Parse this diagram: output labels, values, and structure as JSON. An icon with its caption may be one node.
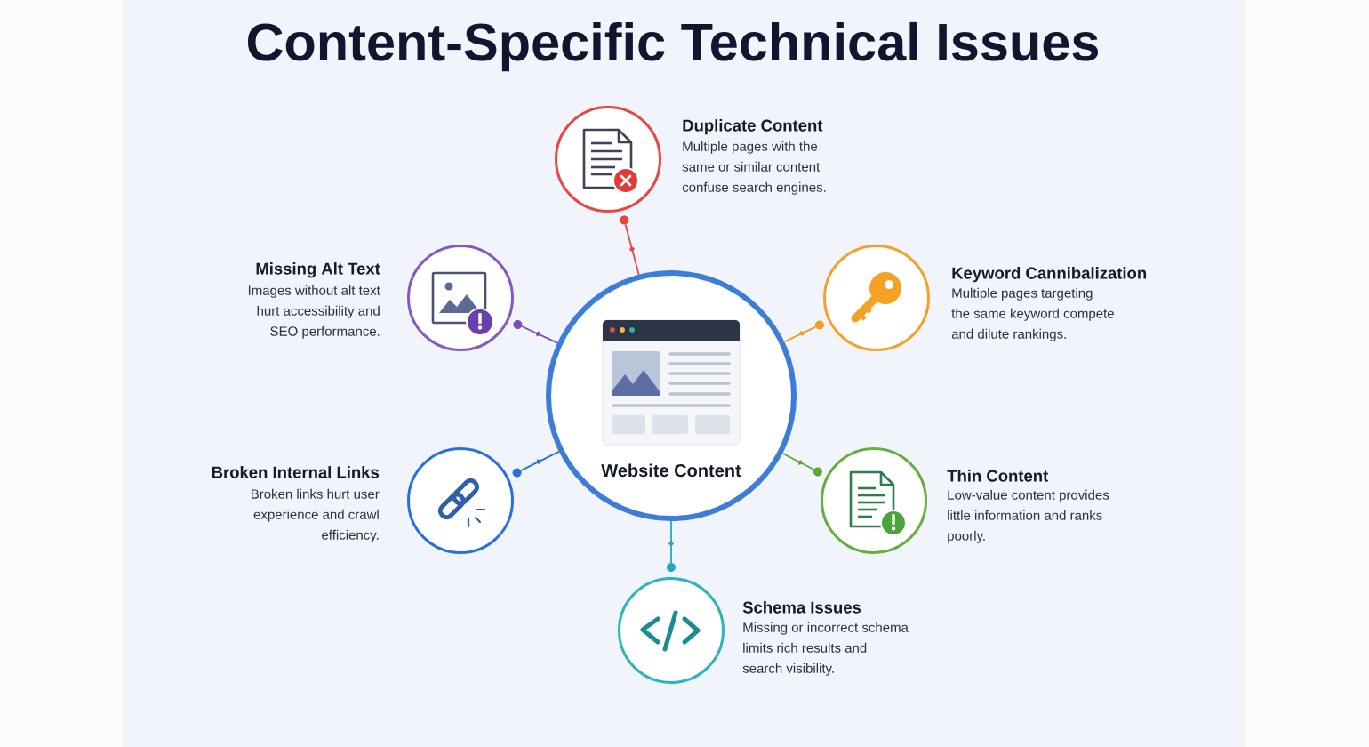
{
  "diagram": {
    "title": "Content-Specific Technical Issues",
    "nodes": [
      {
        "text": [
          "Duplicate Content",
          "Multiple pages with the same or similar content confuse search engines."
        ]
      },
      {
        "text": [
          "Missing Alt Text",
          "Images without alt text hurt accessibility and SEO performance."
        ]
      },
      {
        "text": [
          "Keyword Cannibalization",
          "Multiple pages targeting the same keyword compete and dilute rankings."
        ]
      },
      {
        "text": [
          "Website Content"
        ]
      },
      {
        "text": [
          "Broken Internal Links",
          "Broken links hurt user experience and crawl efficiency."
        ]
      },
      {
        "text": [
          "Thin Content",
          "Low-value content provides little information and ranks poorly."
        ]
      },
      {
        "text": [
          "Schema Issues",
          "Missing or incorrect schema limits rich results and search visibility."
        ]
      }
    ],
    "edges": [
      {
        "from": 3,
        "to": 0,
        "arrow": "none",
        "color": "#e8453c"
      },
      {
        "from": 3,
        "to": 1,
        "arrow": "none",
        "color": "#7e4cc0"
      },
      {
        "from": 3,
        "to": 2,
        "arrow": "none",
        "color": "#f39c22"
      },
      {
        "from": 3,
        "to": 4,
        "arrow": "none",
        "color": "#2a6fdb"
      },
      {
        "from": 3,
        "to": 5,
        "arrow": "none",
        "color": "#5aa83a"
      },
      {
        "from": 3,
        "to": 6,
        "arrow": "none",
        "color": "#23aab8"
      }
    ]
  }
}
